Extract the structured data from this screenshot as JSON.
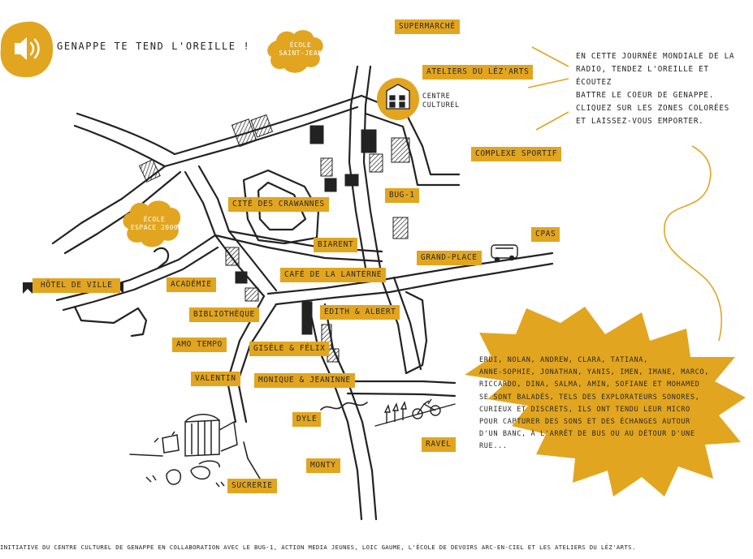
{
  "title": "GENAPPE TE TEND L'OREILLE !",
  "intro_lines": [
    "EN CETTE JOURNÉE MONDIALE DE LA",
    "RADIO, TENDEZ L'OREILLE ET ÉCOUTEZ",
    "BATTRE LE COEUR DE GENAPPE.",
    "CLIQUEZ SUR LES ZONES COLORÉES",
    "ET LAISSEZ-VOUS EMPORTER."
  ],
  "burst_lines": [
    "ERDI, NOLAN, ANDREW, CLARA, TATIANA,",
    "ANNE-SOPHIE, JONATHAN, YANIS, IMEN, IMANE, MARCO,",
    "RICCARDO, DINA, SALMA, AMIN, SOFIANE ET MOHAMED",
    "SE SONT BALADÉS, TELS DES EXPLORATEURS SONORES,",
    "CURIEUX ET DISCRETS, ILS ONT TENDU LEUR MICRO",
    "POUR CAPTURER DES SONS ET DES ÉCHANGES AUTOUR",
    "D'UN BANC, À L'ARRÊT DE BUS OU AU DÉTOUR D'UNE",
    "RUE..."
  ],
  "footer": "INITIATIVE DU CENTRE CULTUREL DE GENAPPE EN COLLABORATION AVEC LE BUG-1, ACTION MEDIA JEUNES, LOIC GAUME, L'ÉCOLE DE DEVOIRS ARC-EN-CIEL ET LES ATELIERS DU LÉZ'ARTS.",
  "clouds": {
    "saint_jean": [
      "ÉCOLE",
      "SAINT-JEAN"
    ],
    "espace": [
      "ÉCOLE",
      "ESPACE 2000"
    ]
  },
  "centre_culturel": [
    "CENTRE",
    "CULTUREL"
  ],
  "places": {
    "supermarche": "SUPERMARCHÉ",
    "ateliers": "ATELIERS DU LÉZ'ARTS",
    "complexe": "COMPLEXE SPORTIF",
    "bug1": "BUG-1",
    "cpas": "CPAS",
    "cite": "CITÉ DES CRAWANNES",
    "biarent": "BIARENT",
    "grandplace": "GRAND-PLACE",
    "lanterne": "CAFÉ DE LA LANTERNE",
    "hotel": "HÔTEL DE VILLE",
    "academie": "ACADÉMIE",
    "edith": "EDITH & ALBERT",
    "bibliotheque": "BIBLIOTHÈQUE",
    "amo": "AMO TEMPO",
    "gisele": "GISÈLE & FÉLIX",
    "valentin": "VALENTIN",
    "monique": "MONIQUE & JEANINNE",
    "dyle": "DYLE",
    "ravel": "RAVEL",
    "monty": "MONTY",
    "sucrerie": "SUCRERIE"
  },
  "colors": {
    "accent": "#e2a51f",
    "ink": "#222222"
  },
  "icons": [
    "speaker-icon",
    "bus-icon",
    "bicycle-icon",
    "building-icon"
  ]
}
